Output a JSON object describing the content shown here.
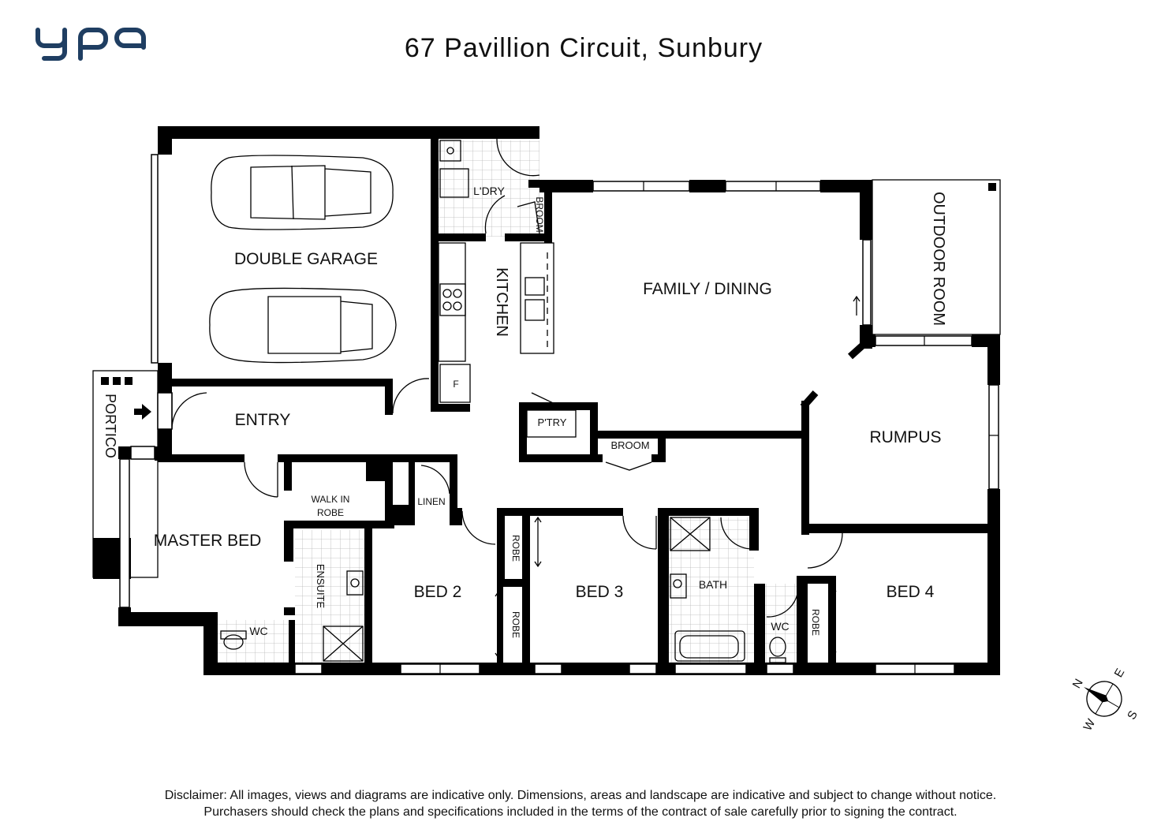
{
  "header": {
    "logo_text": "ypa",
    "logo_color": "#1f3e62",
    "title": "67 Pavillion Circuit, Sunbury"
  },
  "rooms": {
    "double_garage": "DOUBLE GARAGE",
    "laundry": "L'DRY",
    "broom_top": "BROOM",
    "kitchen": "KITCHEN",
    "family_dining": "FAMILY / DINING",
    "outdoor_room": "OUTDOOR ROOM",
    "portico": "PORTICO",
    "entry": "ENTRY",
    "fridge": "F",
    "pantry": "P'TRY",
    "broom_mid": "BROOM",
    "rumpus": "RUMPUS",
    "walk_in_robe_1": "WALK IN",
    "walk_in_robe_2": "ROBE",
    "linen": "LINEN",
    "master_bed": "MASTER BED",
    "ensuite": "ENSUITE",
    "wc_ensuite": "WC",
    "bed2": "BED 2",
    "robe_bed2_upper": "ROBE",
    "robe_bed2_lower": "ROBE",
    "bed3": "BED 3",
    "bath": "BATH",
    "wc_main": "WC",
    "robe_bed4": "ROBE",
    "bed4": "BED 4"
  },
  "compass": {
    "n": "N",
    "e": "E",
    "s": "S",
    "w": "W"
  },
  "footer": {
    "line1": "Disclaimer: All images, views and diagrams are indicative only. Dimensions, areas and landscape are indicative and subject to change without notice.",
    "line2": "Purchasers should check the plans and specifications included in the terms of the contract of sale carefully prior to signing the contract."
  }
}
